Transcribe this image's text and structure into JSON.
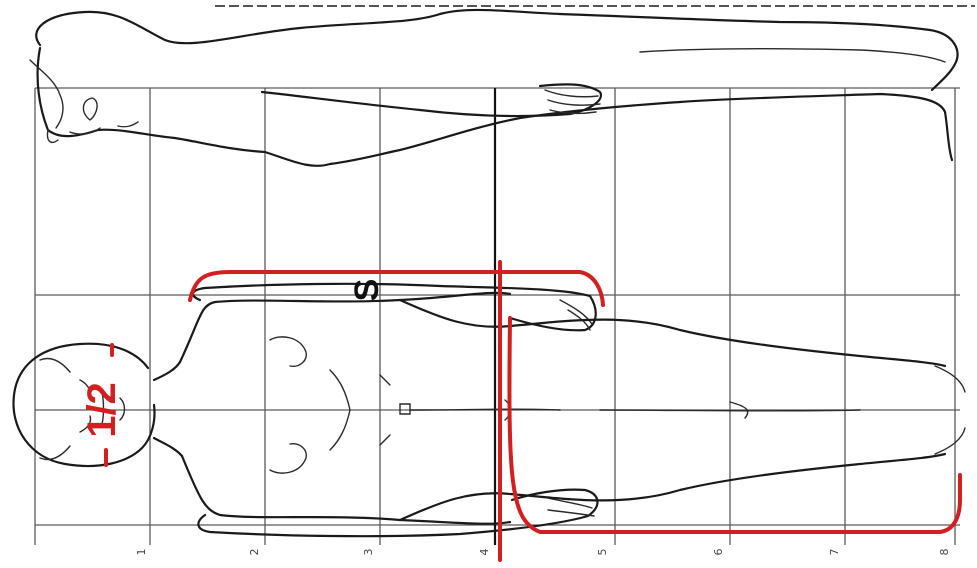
{
  "diagram": {
    "grid_tick_labels": [
      "1",
      "2",
      "3",
      "4",
      "5",
      "6",
      "7",
      "8"
    ],
    "labels": {
      "head_fraction": "1/2",
      "segment_mark": "S"
    },
    "colors": {
      "line": "#1a1a1a",
      "grid": "#5a5a5a",
      "annotation": "#d21f1f"
    }
  }
}
